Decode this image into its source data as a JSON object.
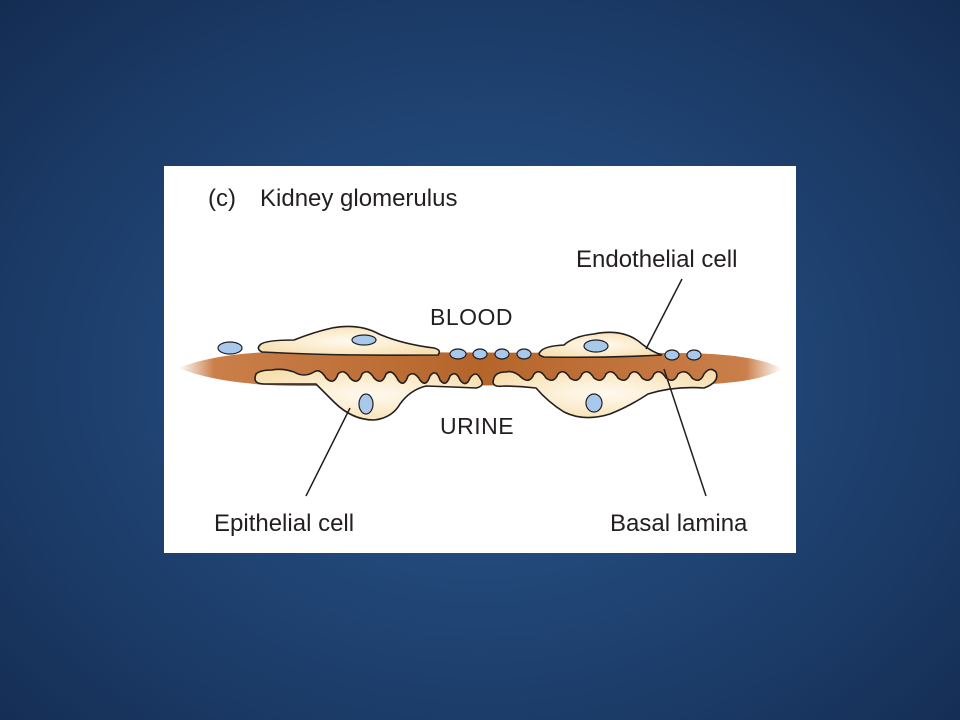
{
  "figure": {
    "panel_letter": "(c)",
    "title": "Kidney glomerulus",
    "labels": {
      "endothelial_cell": "Endothelial cell",
      "blood": "BLOOD",
      "urine": "URINE",
      "epithelial_cell": "Epithelial cell",
      "basal_lamina": "Basal lamina"
    }
  },
  "colors": {
    "background": "#1b3a66",
    "panel": "#ffffff",
    "basal_lamina": "#b5652a",
    "cell_fill": "#fbe8c0",
    "nucleus": "#a8c8ec",
    "outline": "#231f20"
  }
}
